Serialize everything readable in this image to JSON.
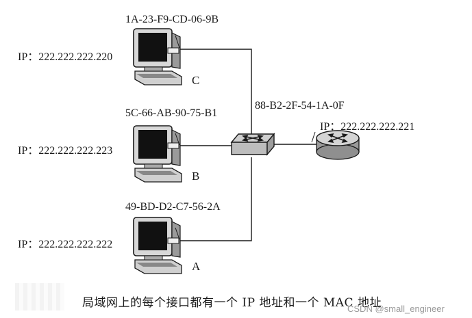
{
  "nodes": {
    "c": {
      "label": "C",
      "ip": "IP：222.222.222.220",
      "mac": "1A-23-F9-CD-06-9B"
    },
    "b": {
      "label": "B",
      "ip": "IP：222.222.222.223",
      "mac": "5C-66-AB-90-75-B1"
    },
    "a": {
      "label": "A",
      "ip": "IP：222.222.222.222",
      "mac": "49-BD-D2-C7-56-2A"
    },
    "router": {
      "ip": "IP：222.222.222.221",
      "mac": "88-B2-2F-54-1A-0F"
    }
  },
  "caption": "局域网上的每个接口都有一个 IP 地址和一个 MAC 地址",
  "watermark": "CSDN @small_engineer",
  "colors": {
    "ink": "#1a1a1a",
    "screen": "#111111",
    "device": "#bfbfbf"
  }
}
